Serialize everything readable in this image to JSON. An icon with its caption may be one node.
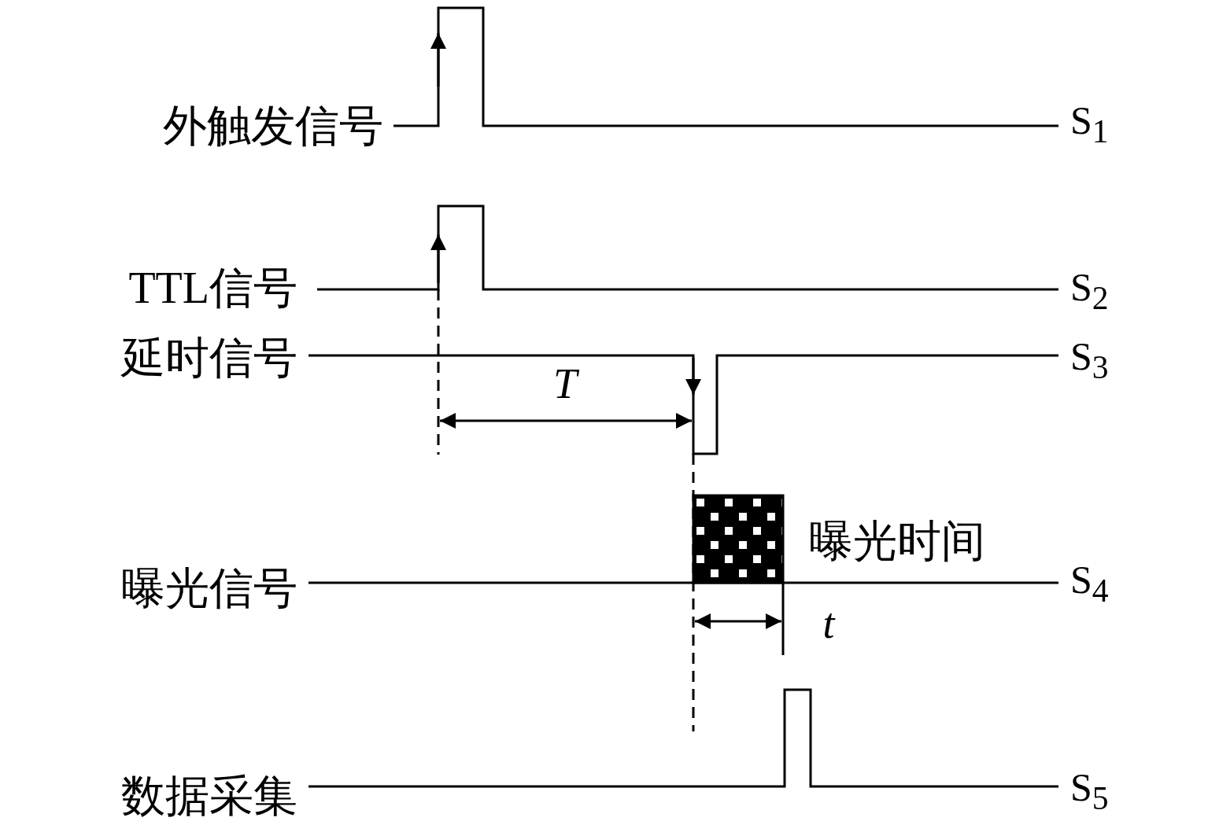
{
  "diagram": {
    "labels": [
      "外触发信号",
      "S$_{1}$",
      "TTL信号",
      "S$_{2}$",
      "延时信号",
      "S$_{3}$",
      "T",
      "曝光时间",
      "曝光信号",
      "S$_{4}$",
      "t",
      "数据采集",
      "S$_{5}$"
    ]
  }
}
